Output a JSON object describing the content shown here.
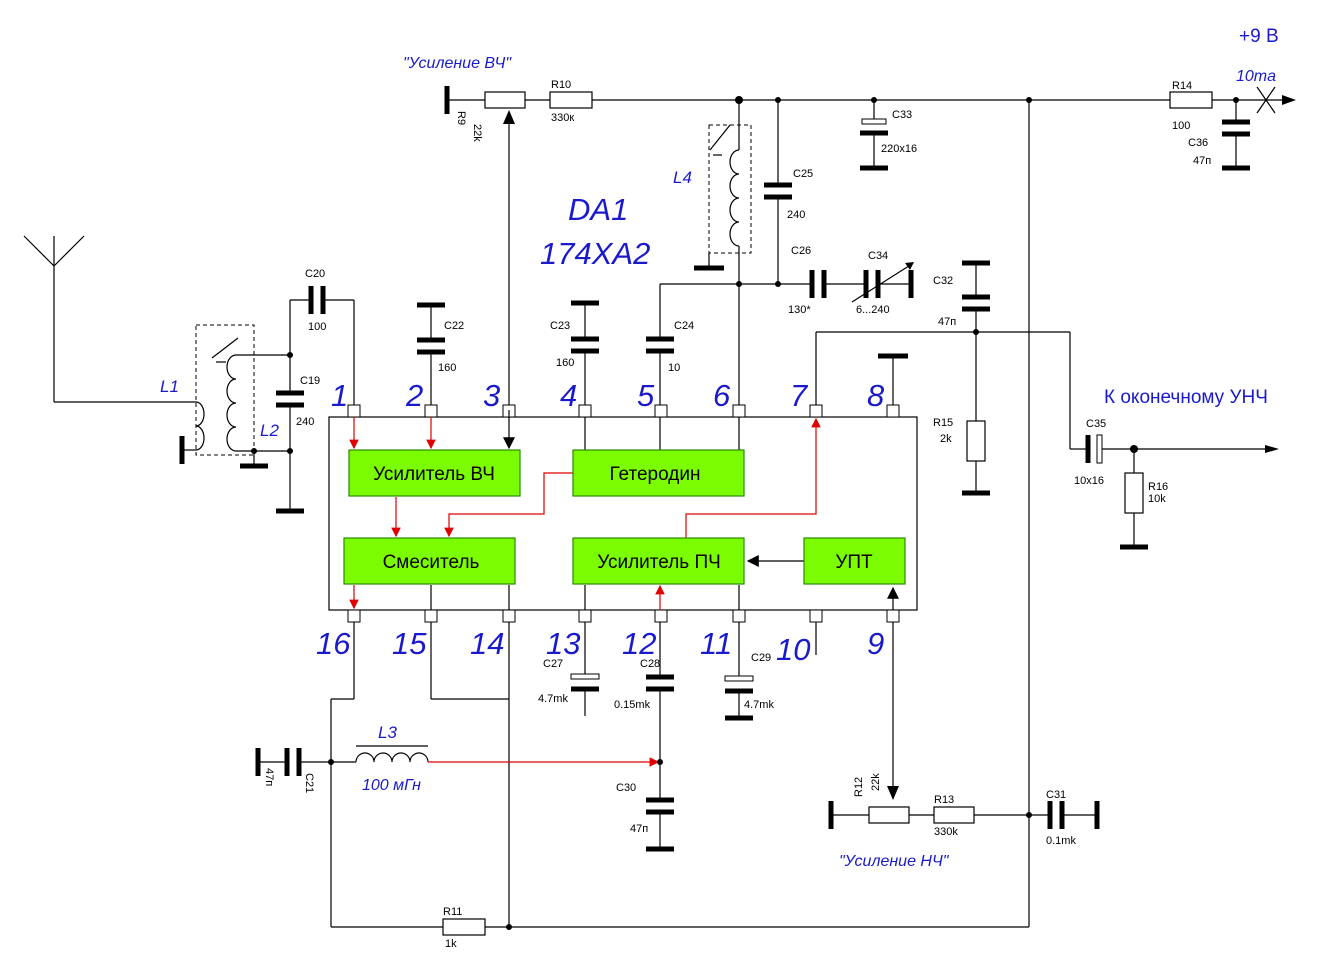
{
  "supply": {
    "voltage": "+9 В",
    "current": "10ma"
  },
  "chip": {
    "ref": "DA1",
    "part": "174ХА2"
  },
  "headings": {
    "rf_gain": "\"Усиление ВЧ\"",
    "af_gain": "\"Усиление НЧ\"",
    "output": "К оконечному УНЧ"
  },
  "blocks": {
    "rf_amp": "Усилитель ВЧ",
    "oscillator": "Гетеродин",
    "mixer": "Смеситель",
    "if_amp": "Усилитель ПЧ",
    "dca": "УПТ"
  },
  "pins_top": [
    "1",
    "2",
    "3",
    "4",
    "5",
    "6",
    "7",
    "8"
  ],
  "pins_bottom": [
    "16",
    "15",
    "14",
    "13",
    "12",
    "11",
    "10",
    "9"
  ],
  "coils": {
    "l1": "L1",
    "l2": "L2",
    "l3": "L3",
    "l3_value": "100 мГн",
    "l4": "L4"
  },
  "parts": {
    "r9": "R9",
    "r9_val": "22k",
    "r10": "R10",
    "r10_val": "330к",
    "r11": "R11",
    "r11_val": "1k",
    "r12": "R12",
    "r12_val": "22k",
    "r13": "R13",
    "r13_val": "330k",
    "r14": "R14",
    "r14_val": "100",
    "r15": "R15",
    "r15_val": "2k",
    "r16": "R16",
    "r16_val": "10k",
    "c19": "C19",
    "c19_val": "240",
    "c20": "C20",
    "c20_val": "100",
    "c21": "C21",
    "c21_val": "47п",
    "c22": "C22",
    "c22_val": "160",
    "c23": "C23",
    "c23_val": "160",
    "c24": "C24",
    "c24_val": "10",
    "c25": "C25",
    "c25_val": "240",
    "c26": "C26",
    "c26_val": "130*",
    "c27": "C27",
    "c27_val": "4.7mk",
    "c28": "C28",
    "c28_val": "0.15mk",
    "c29": "C29",
    "c29_val": "4.7mk",
    "c30": "C30",
    "c30_val": "47п",
    "c31": "C31",
    "c31_val": "0.1mk",
    "c32": "C32",
    "c32_val": "47п",
    "c33": "C33",
    "c33_val": "220x16",
    "c34": "C34",
    "c34_val": "6...240",
    "c35": "C35",
    "c35_val": "10x16",
    "c36": "C36",
    "c36_val": "47п"
  }
}
